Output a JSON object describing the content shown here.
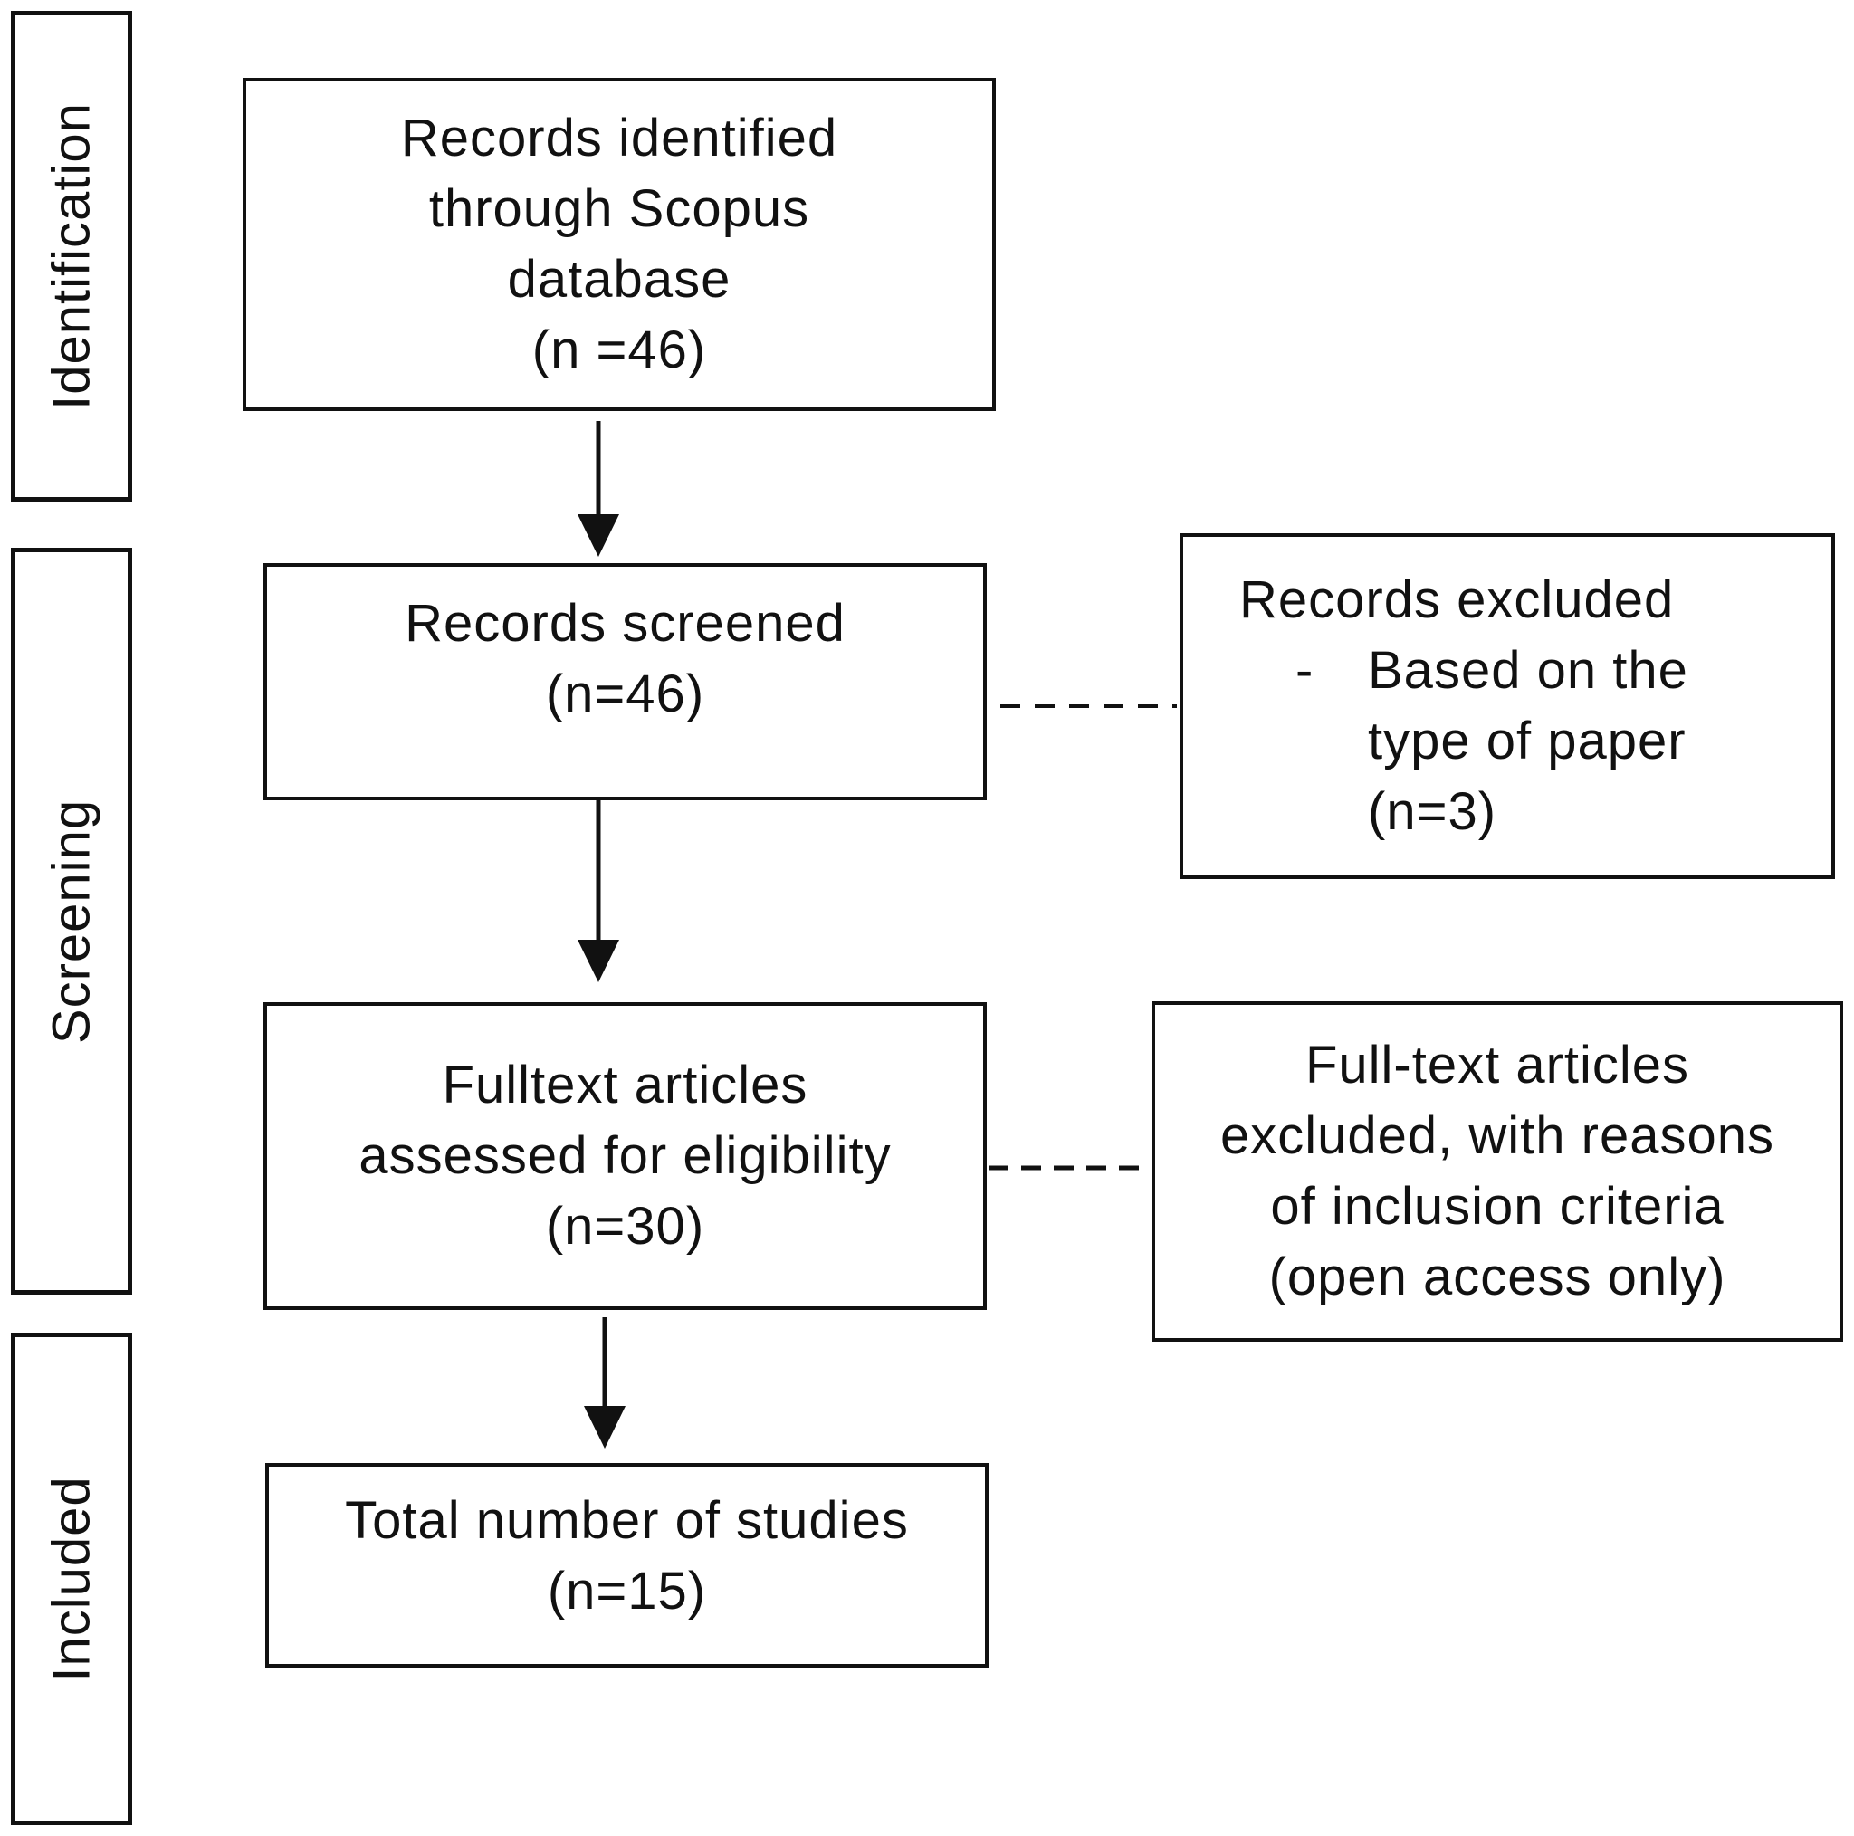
{
  "phases": {
    "identification": "Identification",
    "screening": "Screening",
    "included": "Included"
  },
  "boxes": {
    "identified": {
      "lines": [
        "Records identified",
        "through Scopus",
        "database",
        "(n =46)"
      ]
    },
    "screened": {
      "lines": [
        "Records screened",
        "(n=46)"
      ]
    },
    "excluded_records": {
      "title": "Records excluded",
      "bullet": "-",
      "lines": [
        "Based on the",
        "type of paper",
        "(n=3)"
      ]
    },
    "fulltext": {
      "lines": [
        "Fulltext articles",
        "assessed for eligibility",
        "(n=30)"
      ]
    },
    "fulltext_excluded": {
      "lines": [
        "Full-text articles",
        "excluded, with reasons",
        "of inclusion criteria",
        "(open access only)"
      ]
    },
    "total": {
      "lines": [
        "Total number of studies",
        "(n=15)"
      ]
    }
  }
}
